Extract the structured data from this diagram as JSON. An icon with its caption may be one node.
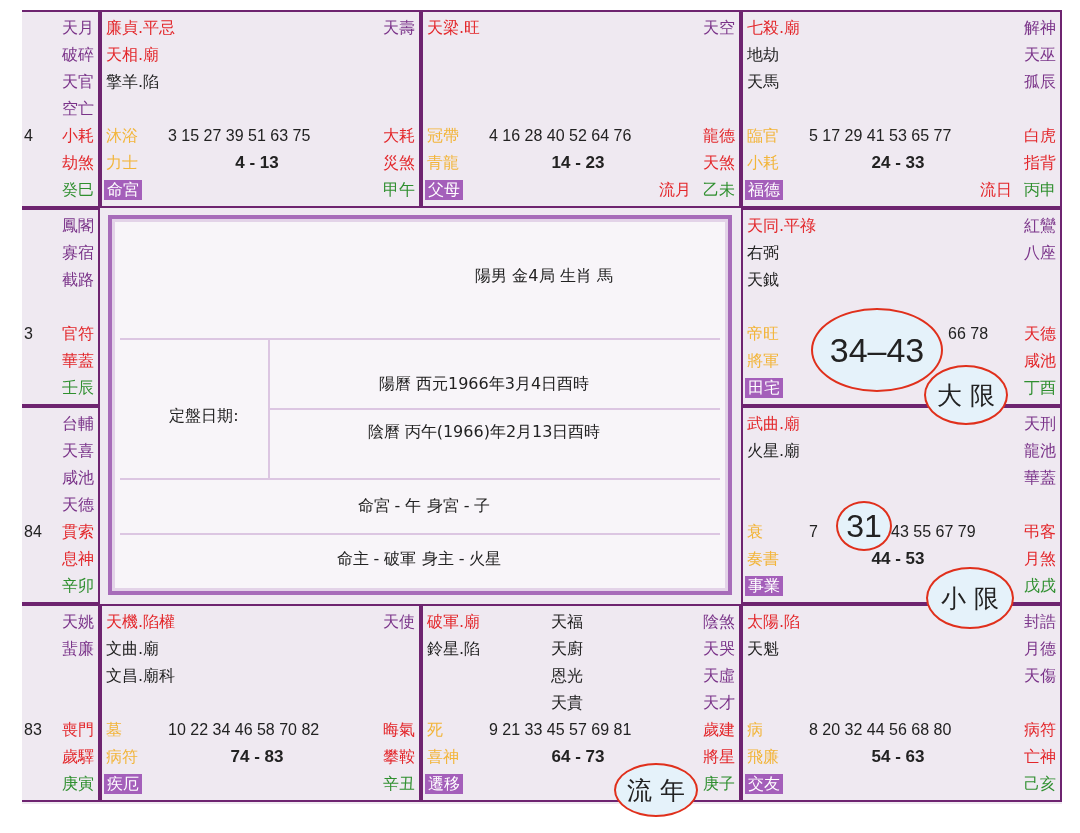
{
  "diagram": {
    "nodes": [
      {
        "text": [
          "天月",
          "破碎",
          "天官",
          "空亡",
          "4",
          "小耗",
          "劫煞",
          "癸巳"
        ]
      },
      {
        "text": [
          "廉貞.平忌",
          "天壽",
          "天相.廟",
          "擎羊.陷",
          "沐浴",
          "3 15 27 39 51 63 75",
          "大耗",
          "力士",
          "4 - 13",
          "災煞",
          "命宮",
          "甲午"
        ]
      },
      {
        "text": [
          "天梁.旺",
          "天空",
          "冠帶",
          "4 16 28 40 52 64 76",
          "龍德",
          "青龍",
          "14 - 23",
          "天煞",
          "父母",
          "流月",
          "乙未"
        ]
      },
      {
        "text": [
          "七殺.廟",
          "解神",
          "地劫",
          "天巫",
          "天馬",
          "孤辰",
          "臨官",
          "5 17 29 41 53 65 77",
          "白虎",
          "小耗",
          "24 - 33",
          "指背",
          "福德",
          "流日",
          "丙申"
        ]
      },
      {
        "text": [
          "鳳閣",
          "寡宿",
          "截路",
          "3",
          "官符",
          "華蓋",
          "壬辰"
        ]
      },
      {
        "text": [
          "陽男 金4局 生肖 馬",
          "定盤日期:",
          "陽曆 西元1966年3月4日酉時",
          "陰曆 丙午(1966)年2月13日酉時",
          "命宮 - 午 身宮 - 子",
          "命主 - 破軍 身主 - 火星"
        ]
      },
      {
        "text": [
          "天同.平祿",
          "紅鸞",
          "右弼",
          "八座",
          "天鉞",
          "帝旺",
          "66 78",
          "天德",
          "將軍",
          "咸池",
          "田宅",
          "丁酉"
        ]
      },
      {
        "text": [
          "34–43"
        ],
        "in": 6
      },
      {
        "text": [
          "大限"
        ]
      },
      {
        "text": [
          "台輔",
          "天喜",
          "咸池",
          "天德",
          "84",
          "貫索",
          "息神",
          "辛卯"
        ]
      },
      {
        "text": [
          "武曲.廟",
          "天刑",
          "火星.廟",
          "龍池",
          "華蓋",
          "衰",
          "7",
          "43 55 67 79",
          "弔客",
          "奏書",
          "44 - 53",
          "月煞",
          "事業",
          "戊戌"
        ]
      },
      {
        "text": [
          "31"
        ],
        "in": 10
      },
      {
        "text": [
          "小限"
        ]
      },
      {
        "text": [
          "天姚",
          "蜚廉",
          "83",
          "喪門",
          "歲驛",
          "庚寅"
        ]
      },
      {
        "text": [
          "天機.陷權",
          "天使",
          "文曲.廟",
          "文昌.廟科",
          "墓",
          "10 22 34 46 58 70 82",
          "晦氣",
          "病符",
          "74 - 83",
          "攀鞍",
          "疾厄",
          "辛丑"
        ]
      },
      {
        "text": [
          "破軍.廟",
          "天福",
          "陰煞",
          "鈴星.陷",
          "天廚",
          "天哭",
          "恩光",
          "天虛",
          "天貴",
          "天才",
          "死",
          "9 21 33 45 57 69 81",
          "歲建",
          "喜神",
          "64 - 73",
          "將星",
          "遷移",
          "庚子"
        ]
      },
      {
        "text": [
          "太陽.陷",
          "封誥",
          "天魁",
          "月德",
          "天傷",
          "病",
          "8 20 32 44 56 68 80",
          "病符",
          "飛廉",
          "54 - 63",
          "亡神",
          "交友",
          "己亥"
        ]
      },
      {
        "text": [
          "流年"
        ]
      }
    ]
  }
}
